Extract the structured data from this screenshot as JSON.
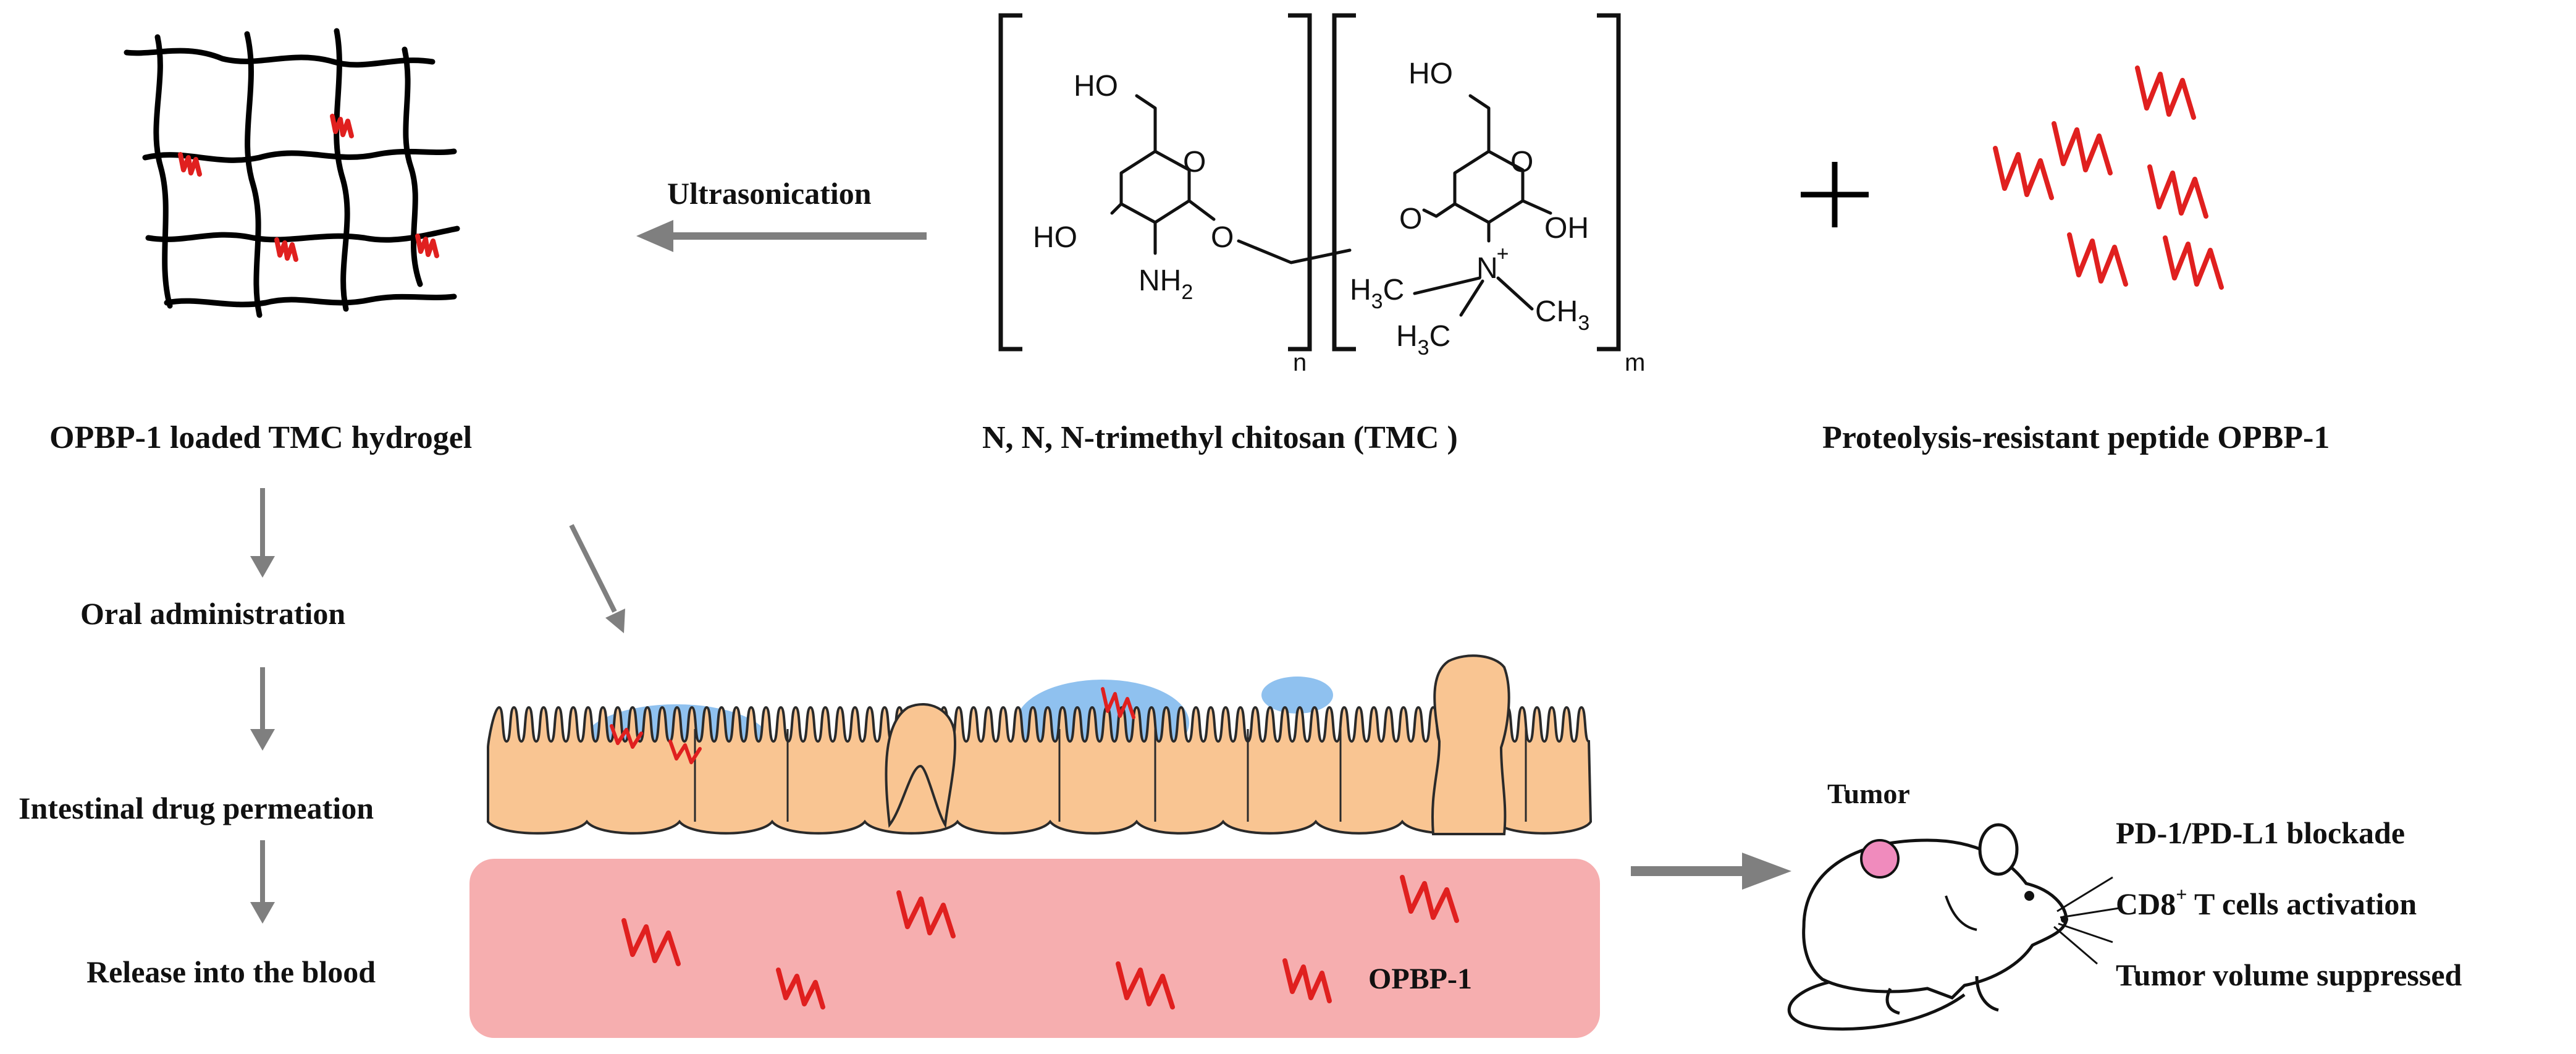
{
  "labels": {
    "ultrasonication": "Ultrasonication",
    "hydrogel": "OPBP-1 loaded TMC hydrogel",
    "tmc": "N, N, N-trimethyl chitosan  (TMC )",
    "peptide": "Proteolysis-resistant peptide OPBP-1",
    "oral": "Oral administration",
    "intestinal": "Intestinal drug permeation",
    "release": "Release into the blood",
    "opbp_blood": "OPBP-1",
    "tumor": "Tumor",
    "blockade": "PD-1/PD-L1  blockade",
    "cd8_a": "CD8",
    "cd8_sup": "+",
    "cd8_b": " T cells activation",
    "suppressed": "Tumor volume suppressed"
  },
  "chem": {
    "ho_left_top": "HO",
    "o_ring_left": "O",
    "ho_left_mid": "HO",
    "o_link_left": "O",
    "nh2": "NH",
    "nh2_sub": "2",
    "sub_n": "n",
    "ho_right_top": "HO",
    "o_ring_right": "O",
    "o_link_right": "O",
    "oh_right": "OH",
    "n_plus": "N",
    "plus": "+",
    "h3c_left": "H",
    "h3c_left_sub": "3",
    "h3c_left_c": "C",
    "ch3_right": "CH",
    "ch3_right_sub": "3",
    "h3c_bottom": "H",
    "h3c_bottom_sub": "3",
    "h3c_bottom_c": "C",
    "sub_m": "m"
  },
  "colors": {
    "peptide": "#e0201f",
    "arrow": "#7f7f7f",
    "cell": "#f9c592",
    "mucus": "#8fc1ef",
    "blood": "#f6aeaf",
    "tumor": "#f08bbd"
  },
  "icons": {
    "plus": "plus-icon",
    "mouse": "mouse-icon"
  }
}
